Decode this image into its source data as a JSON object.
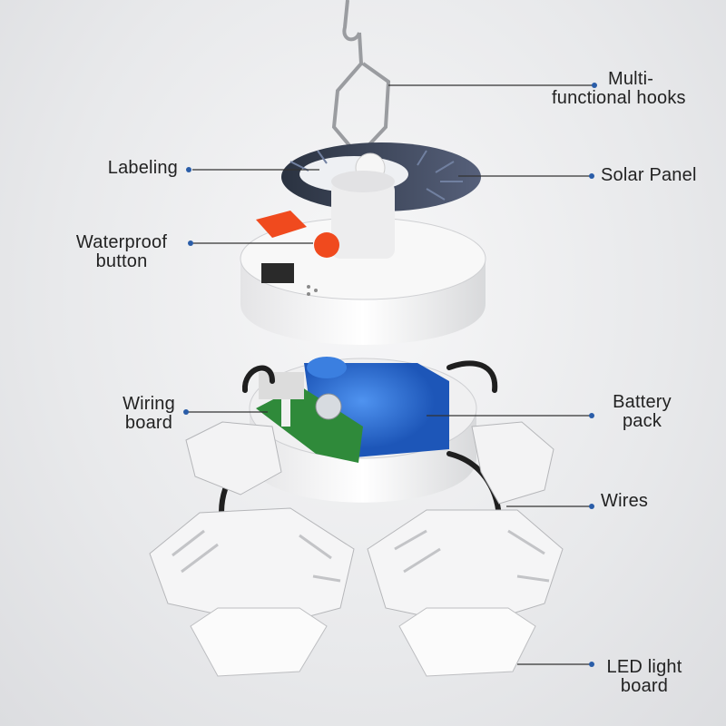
{
  "labels": {
    "hooks": [
      "Multi-",
      "functional hooks"
    ],
    "labeling": "Labeling",
    "solar": "Solar Panel",
    "waterproof": [
      "Waterproof",
      "button"
    ],
    "wiring": [
      "Wiring",
      "board"
    ],
    "battery": [
      "Battery",
      "pack"
    ],
    "wires": "Wires",
    "led": [
      "LED light",
      "board"
    ]
  },
  "colors": {
    "leader_line": "#333333",
    "dot": "#2a5da8",
    "battery": "#2b6fd6",
    "button": "#f04a1e",
    "pcb": "#2f8a3a"
  }
}
